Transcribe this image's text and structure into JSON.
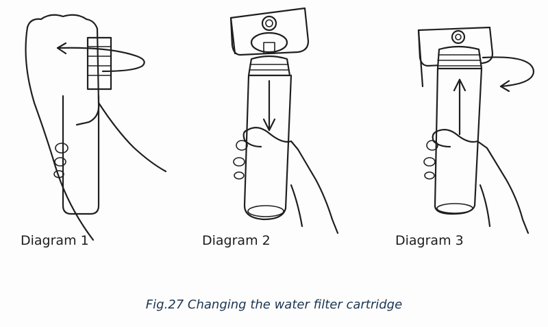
{
  "figure": {
    "panels": [
      {
        "label": "Diagram 1",
        "icon": "hand-unscrewing-cap-icon"
      },
      {
        "label": "Diagram 2",
        "icon": "cartridge-removal-icon"
      },
      {
        "label": "Diagram 3",
        "icon": "cartridge-insertion-icon"
      }
    ],
    "caption": "Fig.27 Changing the water filter cartridge"
  }
}
